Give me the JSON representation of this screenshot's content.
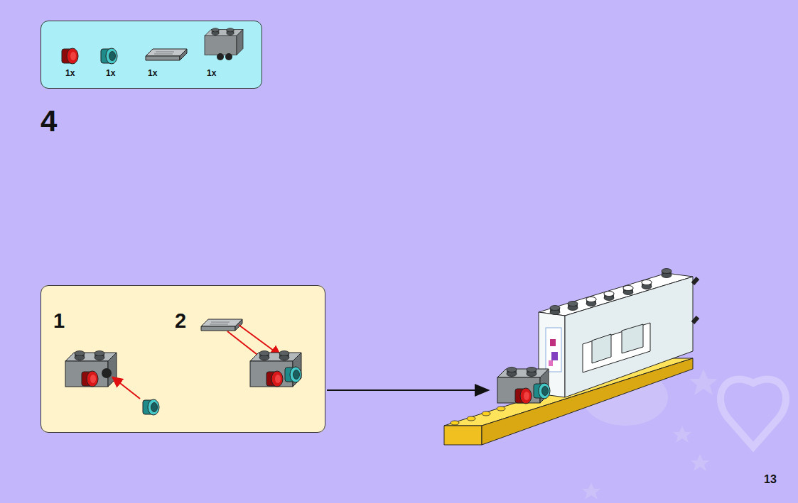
{
  "diagram": {
    "nodes": [
      {
        "text": [
          "1x",
          "1x",
          "1x",
          "1x"
        ]
      },
      {
        "text": [
          "1",
          "2"
        ]
      }
    ],
    "labels": [
      "4",
      "13"
    ]
  }
}
